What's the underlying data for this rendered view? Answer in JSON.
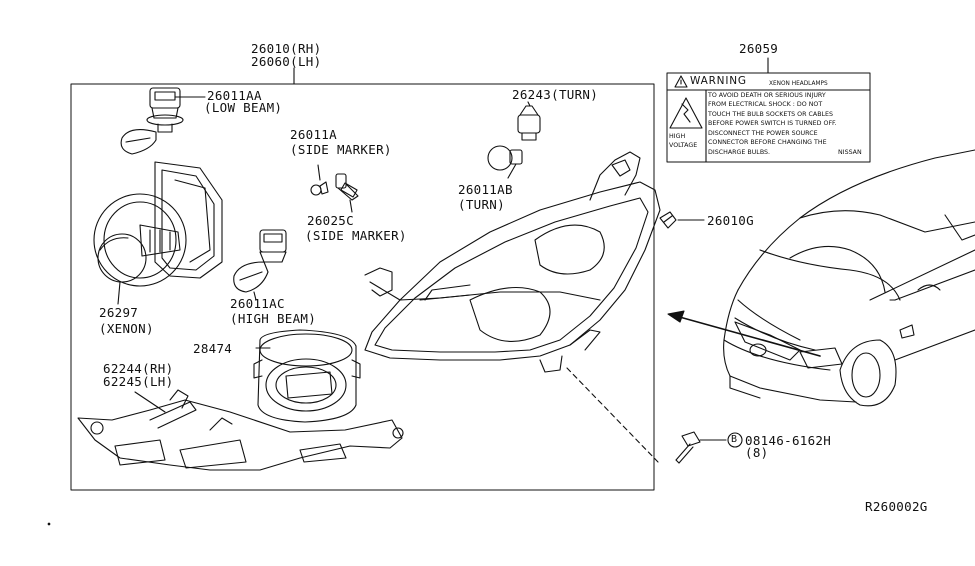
{
  "labels": {
    "main_assembly_rh": "26010(RH)",
    "main_assembly_lh": "26060(LH)",
    "low_beam_part": "26011AA",
    "low_beam_desc": "(LOW BEAM)",
    "side_marker_bulb_part": "26011A",
    "side_marker_bulb_desc": "(SIDE MARKER)",
    "side_marker_socket_part": "26025C",
    "side_marker_socket_desc": "(SIDE MARKER)",
    "xenon_part": "26297",
    "xenon_desc": "(XENON)",
    "high_beam_part": "26011AC",
    "high_beam_desc": "(HIGH BEAM)",
    "turn_socket_part": "26243(TURN)",
    "turn_bulb_part": "26011AB",
    "turn_bulb_desc": "(TURN)",
    "cap_part": "28474",
    "bracket_rh": "62244(RH)",
    "bracket_lh": "62245(LH)",
    "label_part": "26059",
    "clip_part": "26010G",
    "bolt_prefix": "B",
    "bolt_part": "08146-6162H",
    "bolt_qty": "(8)",
    "diagram_id": "R260002G"
  },
  "warning_label": {
    "title": "WARNING",
    "subtitle": "XENON HEADLAMPS",
    "side_text_1": "HIGH",
    "side_text_2": "VOLTAGE",
    "lines": [
      "TO AVOID DEATH OR SERIOUS INJURY",
      "FROM ELECTRICAL SHOCK : DO NOT",
      "TOUCH THE BULB SOCKETS OR CABLES",
      "BEFORE POWER SWITCH IS TURNED OFF.",
      "DISCONNECT THE POWER SOURCE",
      "CONNECTOR BEFORE CHANGING THE",
      "DISCHARGE BULBS."
    ],
    "brand": "NISSAN"
  }
}
